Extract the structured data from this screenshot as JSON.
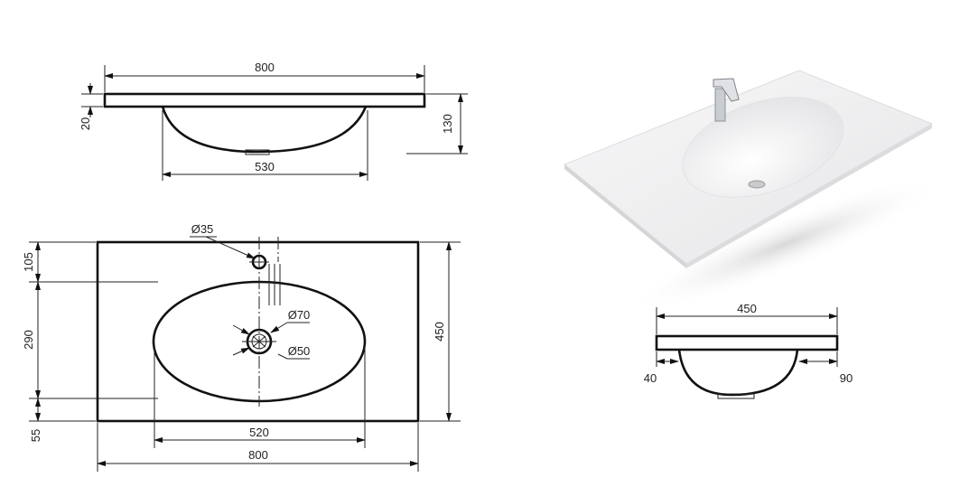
{
  "top_view": {
    "width_label": "800",
    "thickness_label": "20",
    "height_label": "130",
    "basin_width_label": "530"
  },
  "plan_view": {
    "tap_hole_label": "Ø35",
    "drain_outer_label": "Ø70",
    "drain_inner_label": "Ø50",
    "offset_back_label": "105",
    "basin_depth_label": "290",
    "offset_front_label": "55",
    "depth_label": "450",
    "basin_length_label": "520",
    "width_label": "800"
  },
  "side_view": {
    "depth_label": "450",
    "front_offset_label": "40",
    "back_offset_label": "90"
  }
}
